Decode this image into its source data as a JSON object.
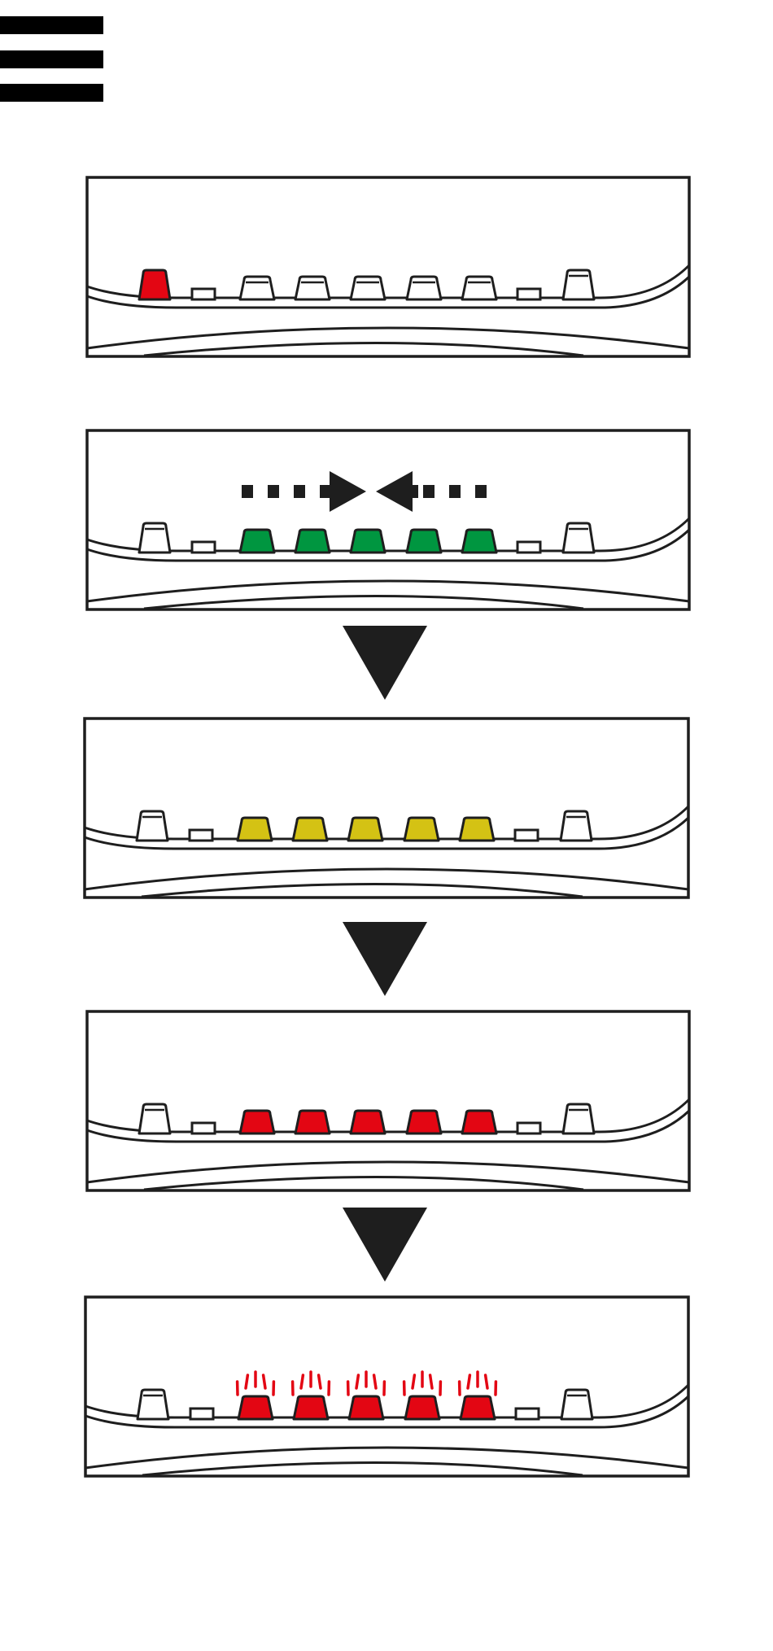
{
  "icons": {
    "menu": "hamburger-menu-icon",
    "step_arrow": "down-arrow-icon",
    "converge": "converging-arrows-icon",
    "blink": "blink-rays-icon"
  },
  "colors": {
    "outline": "#1e1e1e",
    "off": "#ffffff",
    "red": "#e30613",
    "green": "#009640",
    "yellow": "#d4c214"
  },
  "panels": [
    {
      "id": "panel-1",
      "side_left": "off",
      "center": [
        "off",
        "off",
        "off",
        "off",
        "off"
      ],
      "side_right": "off",
      "start_led": "red",
      "converging_arrows": false,
      "blinking": false
    },
    {
      "id": "panel-2",
      "side_left": "off",
      "center": [
        "green",
        "green",
        "green",
        "green",
        "green"
      ],
      "side_right": "off",
      "start_led": "off",
      "converging_arrows": true,
      "blinking": false
    },
    {
      "id": "panel-3",
      "side_left": "off",
      "center": [
        "yellow",
        "yellow",
        "yellow",
        "yellow",
        "yellow"
      ],
      "side_right": "off",
      "start_led": "off",
      "converging_arrows": false,
      "blinking": false
    },
    {
      "id": "panel-4",
      "side_left": "off",
      "center": [
        "red",
        "red",
        "red",
        "red",
        "red"
      ],
      "side_right": "off",
      "start_led": "off",
      "converging_arrows": false,
      "blinking": false
    },
    {
      "id": "panel-5",
      "side_left": "off",
      "center": [
        "red",
        "red",
        "red",
        "red",
        "red"
      ],
      "side_right": "off",
      "start_led": "off",
      "converging_arrows": false,
      "blinking": true
    }
  ]
}
